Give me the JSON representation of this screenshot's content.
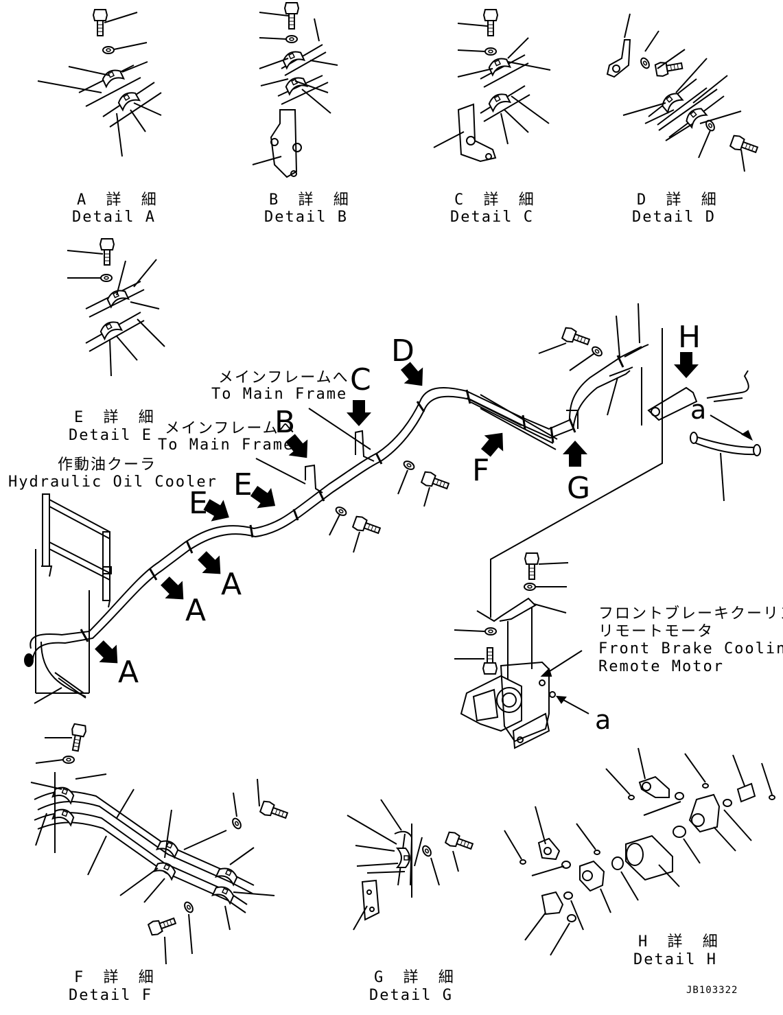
{
  "details": [
    {
      "jp": "A 詳 細",
      "en": "Detail A"
    },
    {
      "jp": "B 詳 細",
      "en": "Detail B"
    },
    {
      "jp": "C 詳 細",
      "en": "Detail C"
    },
    {
      "jp": "D 詳 細",
      "en": "Detail D"
    },
    {
      "jp": "E 詳 細",
      "en": "Detail E"
    },
    {
      "jp": "F 詳 細",
      "en": "Detail F"
    },
    {
      "jp": "G 詳 細",
      "en": "Detail G"
    },
    {
      "jp": "H 詳 細",
      "en": "Detail H"
    }
  ],
  "callouts": {
    "main_frame_1_jp": "メインフレームへ",
    "main_frame_1_en": "To Main Frame",
    "main_frame_2_jp": "メインフレームへ",
    "main_frame_2_en": "To Main Frame",
    "cooler_jp": "作動油クーラ",
    "cooler_en": "Hydraulic Oil Cooler",
    "motor_jp_1": "フロントブレーキクーリング",
    "motor_jp_2": "リモートモータ",
    "motor_en_1": "Front Brake Cooling",
    "motor_en_2": "Remote Motor"
  },
  "view_letters": {
    "A1": "A",
    "A2": "A",
    "A3": "A",
    "B": "B",
    "C": "C",
    "D": "D",
    "E1": "E",
    "E2": "E",
    "F": "F",
    "G": "G",
    "H": "H",
    "a1": "a",
    "a2": "a"
  },
  "drawing_code": "JB103322"
}
